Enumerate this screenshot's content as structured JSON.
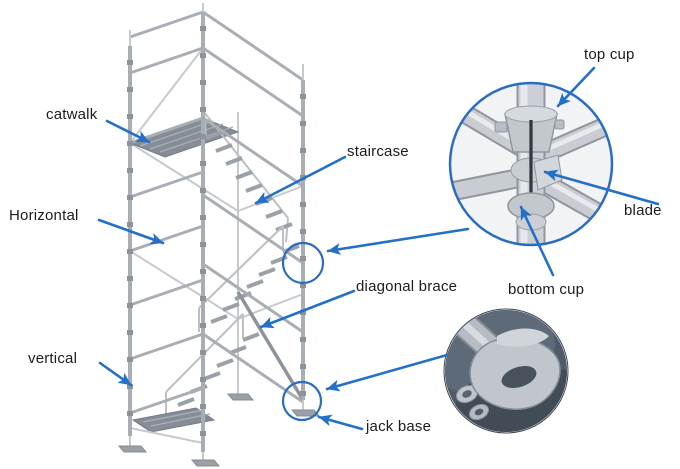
{
  "diagram": {
    "title_note": "",
    "labels": {
      "catwalk": "catwalk",
      "staircase": "staircase",
      "horizontal": "Horizontal",
      "vertical": "vertical",
      "diagonal_brace": "diagonal brace",
      "jack_base": "jack base",
      "top_cup": "top cup",
      "blade": "blade",
      "bottom_cup": "bottom cup"
    },
    "colors": {
      "accent": "#2270c8",
      "annotation_circle": "#2b6cc3",
      "label_text": "#1c1c1c",
      "background": "#ffffff",
      "scaffold_tube": "#a9aeb4",
      "inset_photo_bg": "#4f5b68"
    }
  }
}
